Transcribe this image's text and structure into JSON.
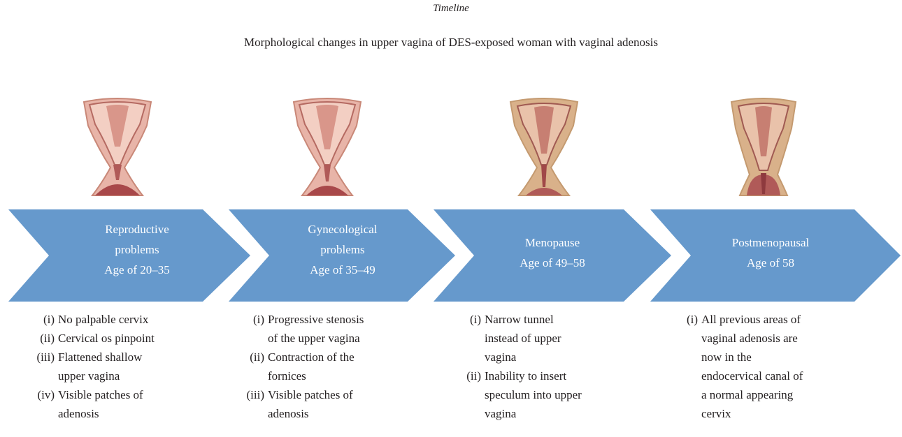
{
  "title": "Timeline",
  "subtitle": "Morphological changes in upper vagina of DES-exposed woman with vaginal adenosis",
  "colors": {
    "arrow_fill": "#6699cc",
    "arrow_text": "#ffffff",
    "tissue_outer": "#e8b4a8",
    "tissue_inner": "#b05a58",
    "tissue_granular": "#d9b18a"
  },
  "stages": [
    {
      "label_lines": [
        "Reproductive",
        "problems",
        "Age of 20–35"
      ],
      "image": "uterus-cervix-illustration",
      "findings": [
        {
          "num": "(i)",
          "lines": [
            "No palpable cervix"
          ]
        },
        {
          "num": "(ii)",
          "lines": [
            "Cervical os pinpoint"
          ]
        },
        {
          "num": "(iii)",
          "lines": [
            "Flattened shallow",
            "upper vagina"
          ]
        },
        {
          "num": "(iv)",
          "lines": [
            "Visible patches of",
            "adenosis"
          ]
        }
      ]
    },
    {
      "label_lines": [
        "Gynecological",
        "problems",
        "Age of 35–49"
      ],
      "image": "uterus-cervix-illustration",
      "findings": [
        {
          "num": "(i)",
          "lines": [
            "Progressive stenosis",
            "of the upper vagina"
          ]
        },
        {
          "num": "(ii)",
          "lines": [
            "Contraction of the",
            "fornices"
          ]
        },
        {
          "num": "(iii)",
          "lines": [
            "Visible patches of",
            "adenosis"
          ]
        }
      ]
    },
    {
      "label_lines": [
        "Menopause",
        "Age of 49–58"
      ],
      "image": "uterus-cervix-illustration",
      "findings": [
        {
          "num": "(i)",
          "lines": [
            "Narrow tunnel",
            "instead of upper",
            "vagina"
          ]
        },
        {
          "num": "(ii)",
          "lines": [
            "Inability to insert",
            "speculum into upper",
            "vagina"
          ]
        }
      ]
    },
    {
      "label_lines": [
        "Postmenopausal",
        "Age of 58"
      ],
      "image": "uterus-cervix-illustration",
      "findings": [
        {
          "num": "(i)",
          "lines": [
            "All previous areas of",
            "vaginal adenosis are",
            "now in the",
            "endocervical canal of",
            "a normal appearing",
            "cervix"
          ]
        }
      ]
    }
  ]
}
